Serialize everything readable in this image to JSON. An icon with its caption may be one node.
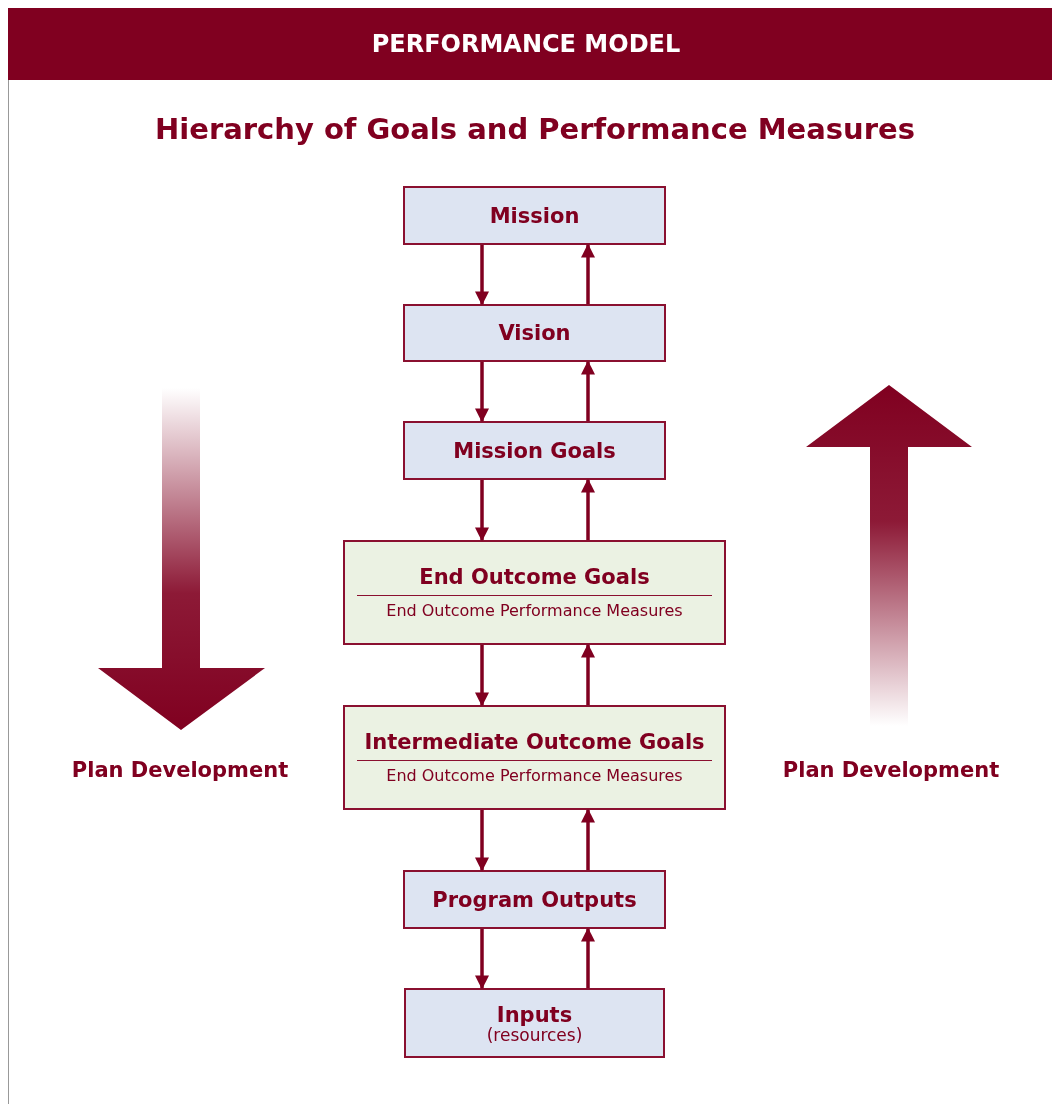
{
  "diagram": {
    "title": "Hierarchy of Goals and Performance Measures",
    "nodes": [
      {
        "text": [
          "Mission"
        ]
      },
      {
        "text": [
          "Vision"
        ]
      },
      {
        "text": [
          "Mission Goals"
        ]
      },
      {
        "text": [
          "End Outcome Goals",
          "End Outcome Performance Measures"
        ]
      },
      {
        "text": [
          "Intermediate Outcome Goals",
          "End Outcome Performance Measures"
        ]
      },
      {
        "text": [
          "Program Outputs"
        ]
      },
      {
        "text": [
          "Inputs",
          "(resources)"
        ]
      }
    ],
    "edges": [
      {
        "from": 0,
        "to": 1,
        "arrow": "to"
      },
      {
        "from": 1,
        "to": 0,
        "arrow": "to"
      },
      {
        "from": 1,
        "to": 2,
        "arrow": "to"
      },
      {
        "from": 2,
        "to": 1,
        "arrow": "to"
      },
      {
        "from": 2,
        "to": 3,
        "arrow": "to"
      },
      {
        "from": 3,
        "to": 2,
        "arrow": "to"
      },
      {
        "from": 3,
        "to": 4,
        "arrow": "to"
      },
      {
        "from": 4,
        "to": 3,
        "arrow": "to"
      },
      {
        "from": 4,
        "to": 5,
        "arrow": "to"
      },
      {
        "from": 5,
        "to": 4,
        "arrow": "to"
      },
      {
        "from": 5,
        "to": 6,
        "arrow": "to"
      },
      {
        "from": 6,
        "to": 5,
        "arrow": "to"
      }
    ],
    "labels": [
      "PERFORMANCE MODEL",
      "Plan Development",
      "Plan Development"
    ]
  }
}
